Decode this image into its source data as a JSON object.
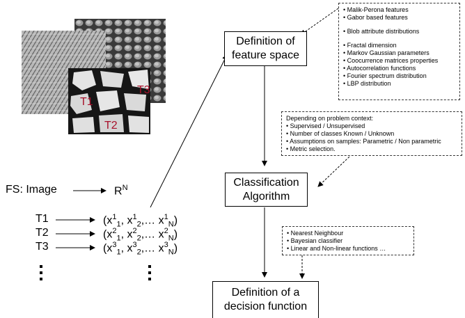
{
  "textures": {
    "t1": "T1",
    "t2": "T2",
    "t3": "T3"
  },
  "mapping": {
    "fs_label": "FS: Image",
    "codomain_base": "R",
    "codomain_exp": "N"
  },
  "vectors": [
    {
      "label": "T1",
      "k": "1"
    },
    {
      "label": "T2",
      "k": "2"
    },
    {
      "label": "T3",
      "k": "3"
    }
  ],
  "vector_parts": {
    "open": "(x",
    "sep": ", x",
    "ellipsis": ",… x",
    "close": ")",
    "sub1": "1",
    "sub2": "2",
    "subN": "N"
  },
  "flow": {
    "box1_line1": "Definition of",
    "box1_line2": "feature space",
    "box2_line1": "Classification",
    "box2_line2": "Algorithm",
    "box3_line1": "Definition of a",
    "box3_line2": "decision function"
  },
  "features": {
    "items": [
      "• Malik-Perona features",
      "• Gabor based features",
      "• Blob attribute distributions",
      "• Fractal dimension",
      "• Markov Gaussian parameters",
      "• Coocurrence matrices properties",
      "• Autocorrelation functions",
      "• Fourier spectrum distribution",
      "• LBP distribution"
    ]
  },
  "context": {
    "heading": "Depending on problem context:",
    "items": [
      "• Supervised / Unsupervised",
      "• Number of classes Known / Unknown",
      "• Assumptions on samples: Parametric / Non parametric",
      "• Metric selection."
    ]
  },
  "classifiers": {
    "items": [
      "• Nearest Neighbour",
      "• Bayesian classifier",
      "• Linear and Non-linear functions …"
    ]
  }
}
